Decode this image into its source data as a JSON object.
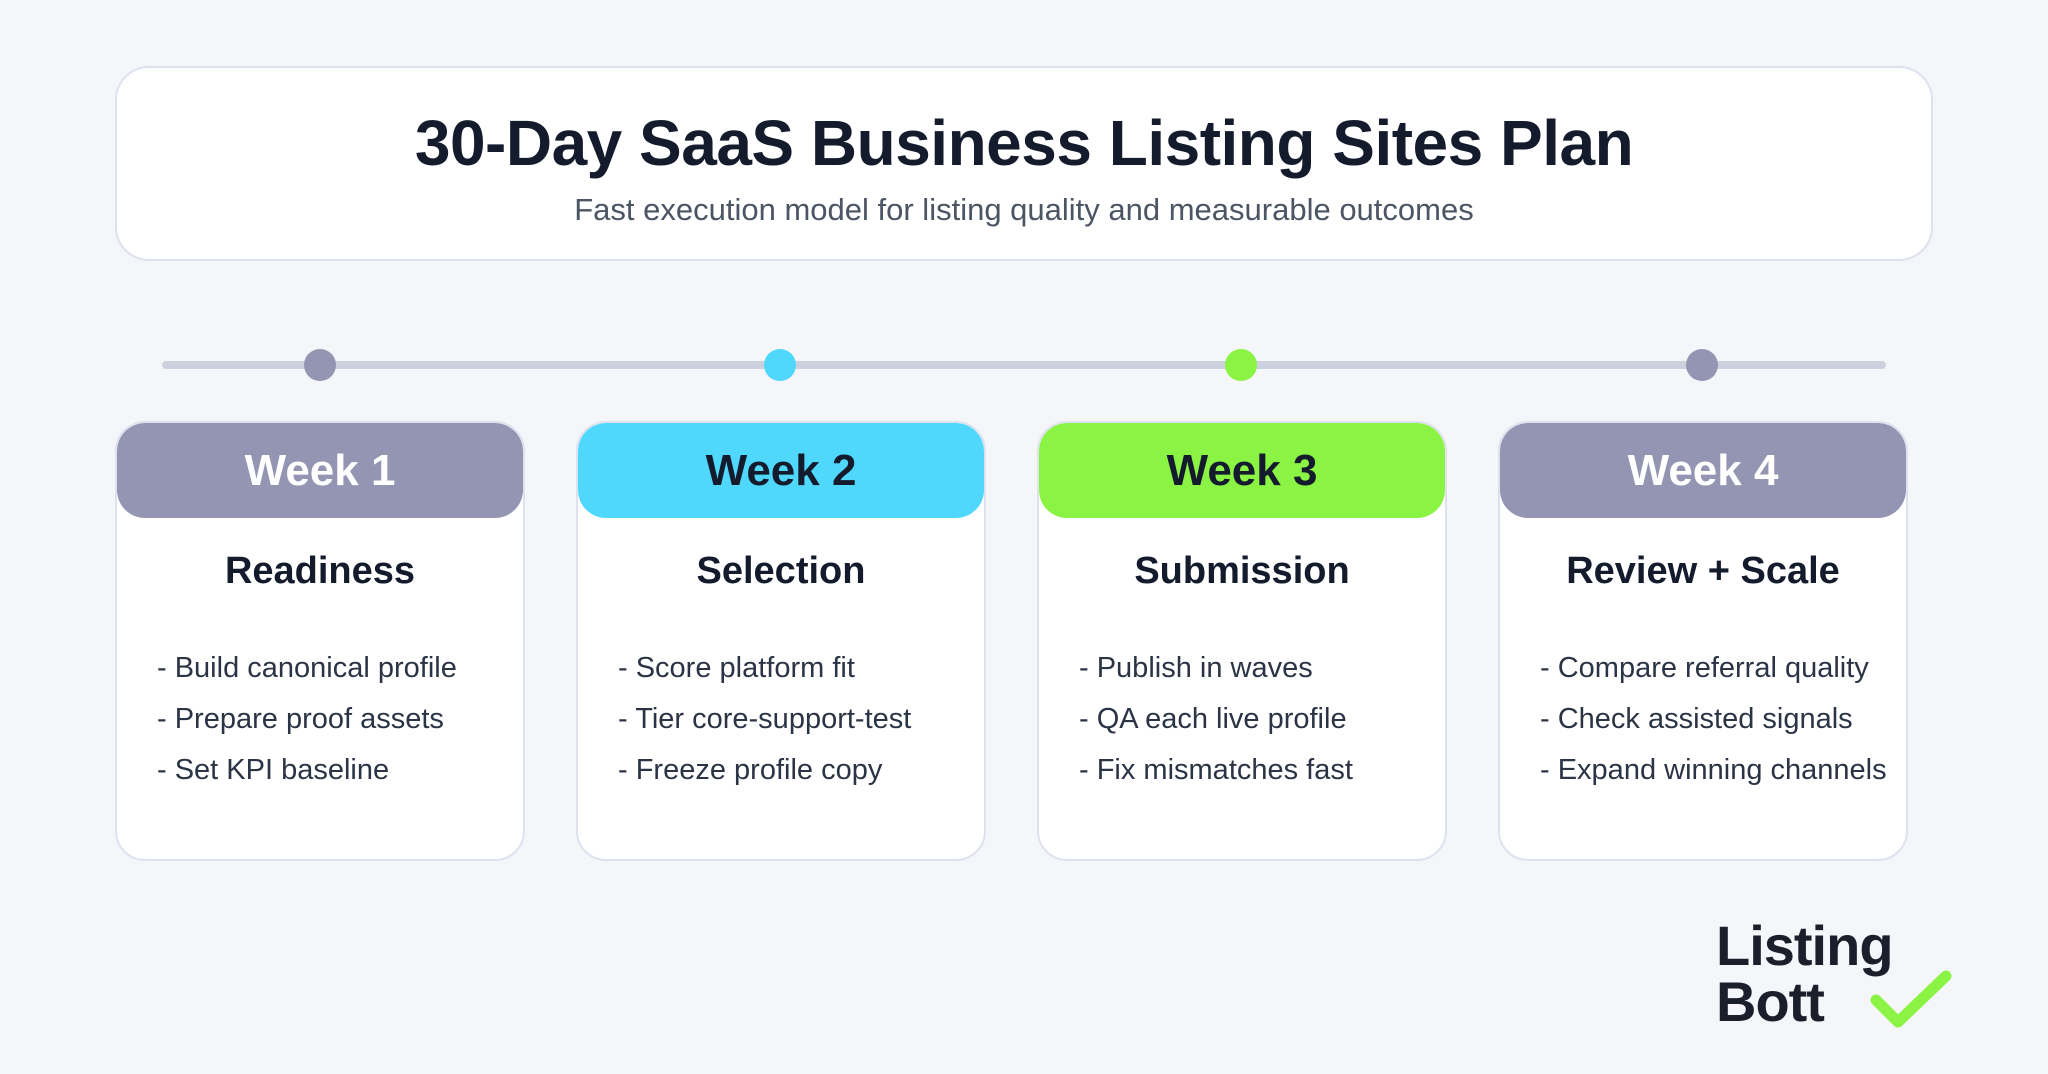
{
  "header": {
    "title": "30-Day SaaS Business Listing Sites Plan",
    "subtitle": "Fast execution model for listing quality and measurable outcomes"
  },
  "colors": {
    "gray": "#9395b2",
    "cyan": "#4fd8fc",
    "green": "#8af343",
    "track": "#cdd1df"
  },
  "weeks": [
    {
      "label": "Week 1",
      "phase": "Readiness",
      "accent": "#9395b2",
      "label_color": "#ffffff",
      "tasks": [
        "- Build canonical profile",
        "- Prepare proof assets",
        "- Set KPI baseline"
      ]
    },
    {
      "label": "Week 2",
      "phase": "Selection",
      "accent": "#4fd8fc",
      "label_color": "#141b2d",
      "tasks": [
        "- Score platform fit",
        "- Tier core-support-test",
        "- Freeze profile copy"
      ]
    },
    {
      "label": "Week 3",
      "phase": "Submission",
      "accent": "#8af343",
      "label_color": "#141b2d",
      "tasks": [
        "- Publish in waves",
        "- QA each live profile",
        "- Fix mismatches fast"
      ]
    },
    {
      "label": "Week 4",
      "phase": "Review + Scale",
      "accent": "#9395b2",
      "label_color": "#ffffff",
      "tasks": [
        "- Compare referral quality",
        "- Check assisted signals",
        "- Expand winning channels"
      ]
    }
  ],
  "logo": {
    "line1": "Listing",
    "line2": "Bott",
    "check_color": "#8af343",
    "icon": "checkmark-icon"
  }
}
